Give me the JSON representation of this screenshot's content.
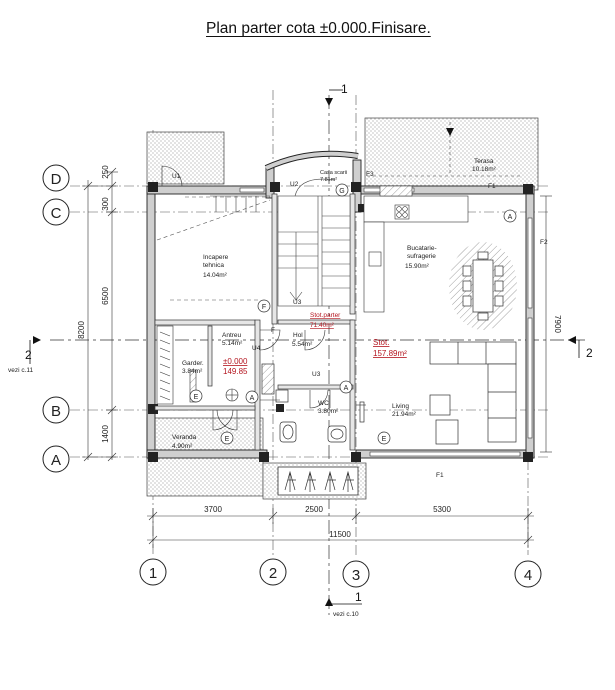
{
  "title": "Plan parter cota ±0.000.Finisare.",
  "grid_rows": [
    "D",
    "C",
    "B",
    "A"
  ],
  "grid_cols": [
    "1",
    "2",
    "3",
    "4"
  ],
  "dims_top": [
    "3700",
    "2500",
    "5300"
  ],
  "dim_total": "11500",
  "dims_left_outer": "8200",
  "dims_left_inner": [
    "250",
    "300",
    "6500",
    "1400"
  ],
  "dim_right": "7900",
  "section_marks": {
    "num": "1",
    "left_num": "2",
    "right_num": "2",
    "left_ref": "vezi c.11",
    "bottom_ref": "vezi c.10"
  },
  "rooms": [
    {
      "name": "Incapere tehnica",
      "name1": "Incapere",
      "name2": "tehnica",
      "area": "14.04m²"
    },
    {
      "name": "Bucatarie-sufragerie",
      "name1": "Bucatarie-",
      "name2": "sufragerie",
      "area": "15.90m²"
    },
    {
      "name": "Terasa",
      "area": "10.18m²"
    },
    {
      "name": "Casa scarii",
      "area": "7.81m²"
    },
    {
      "name": "Antreu",
      "area": "5.14m²"
    },
    {
      "name": "Hol",
      "area": "5.54m²"
    },
    {
      "name": "Garder.",
      "area": "3.84m²"
    },
    {
      "name": "WC",
      "area": "3.80m²"
    },
    {
      "name": "Living",
      "area": "21.94m²"
    },
    {
      "name": "Veranda",
      "area": "4.90m²"
    }
  ],
  "stot_parter": {
    "label": "Stot.parter",
    "value": "71.40m²"
  },
  "stot": {
    "label": "Stot.",
    "value": "157.89m²"
  },
  "cota": {
    "label": "±0.000",
    "value": "149.85"
  },
  "tags": {
    "u": [
      "U1",
      "U3",
      "U4",
      "U3",
      "U2"
    ],
    "f": [
      "F",
      "F1",
      "F2",
      "F3",
      "F1"
    ],
    "circle": [
      "A",
      "A",
      "A",
      "E",
      "E",
      "E",
      "G",
      "F"
    ]
  }
}
